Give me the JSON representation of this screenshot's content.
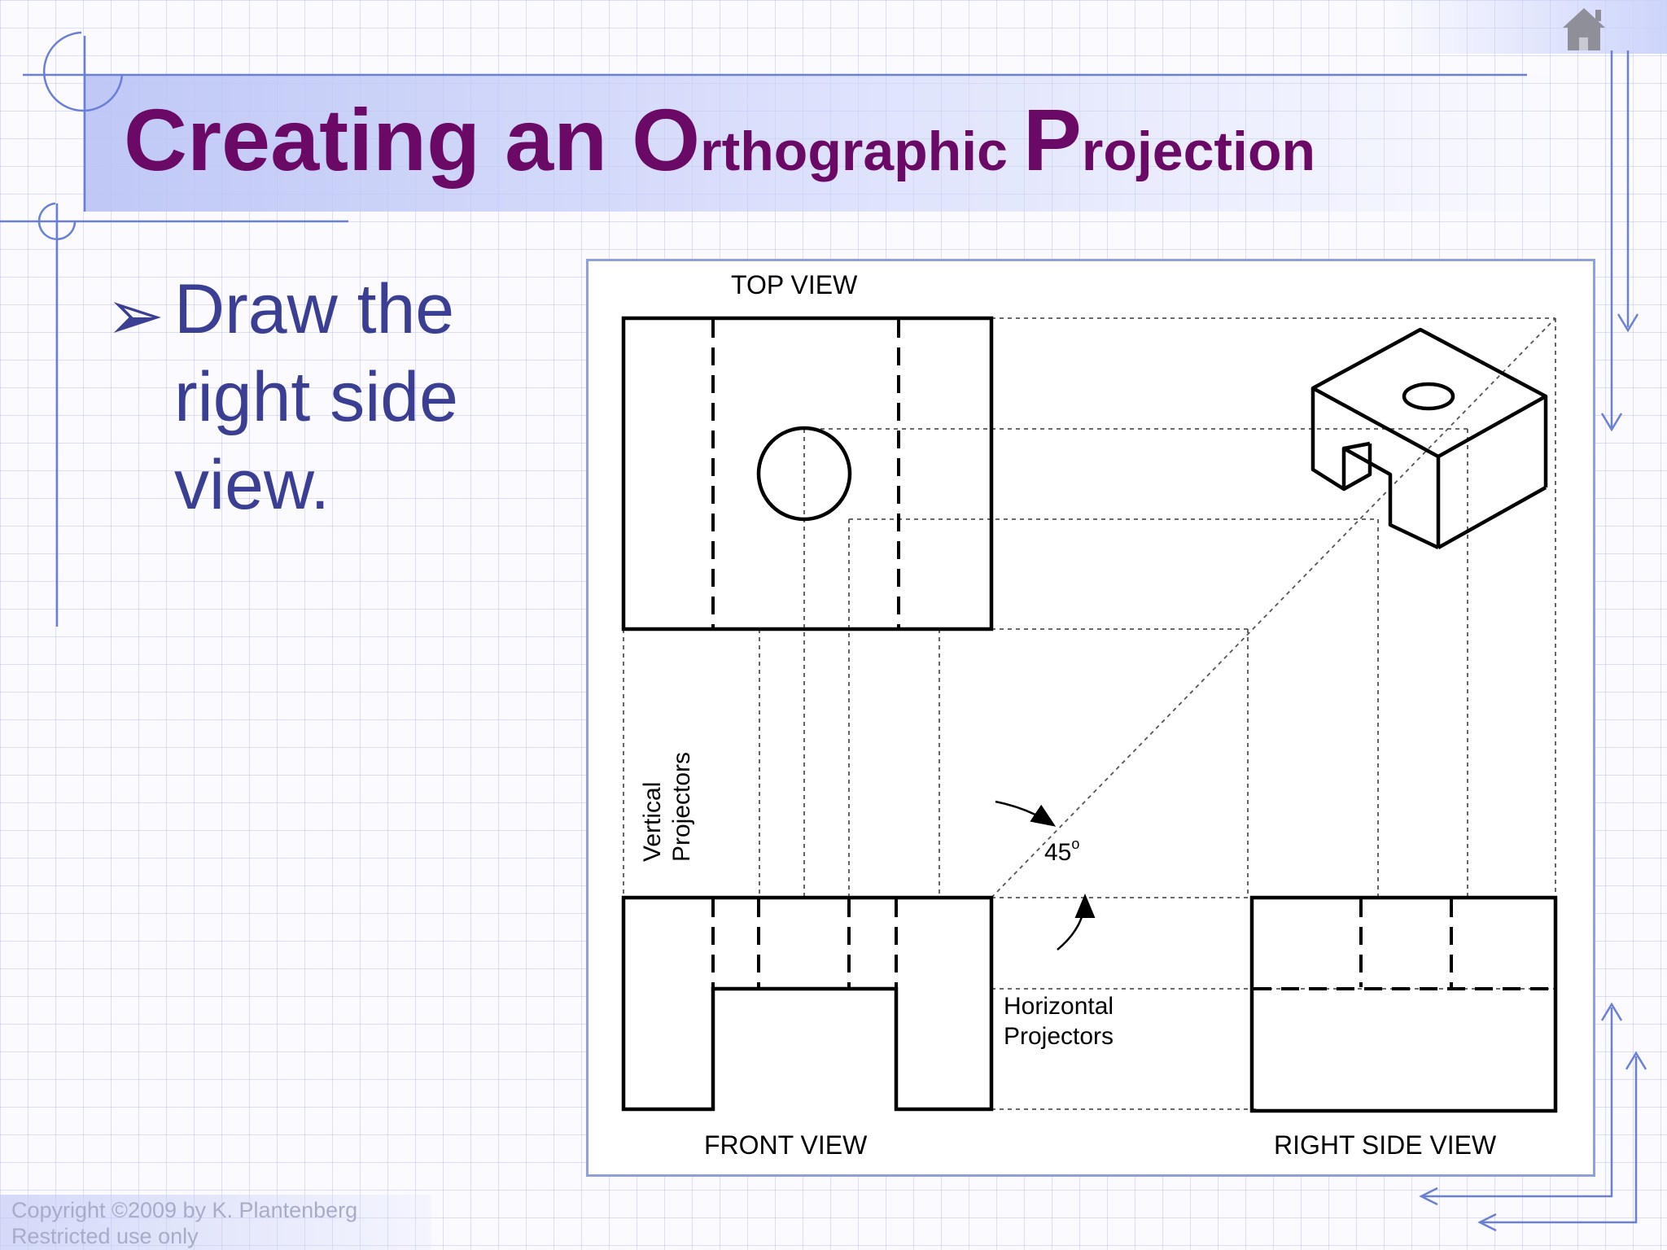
{
  "slide": {
    "title": {
      "part1": "Creating an ",
      "o_cap": "O",
      "o_rest": "rthographic ",
      "p_cap": "P",
      "p_rest": "rojection"
    },
    "bullet": {
      "marker": "➢",
      "text": "Draw the right side view."
    },
    "copyright": {
      "line1": "Copyright ©2009 by K. Plantenberg",
      "line2": "Restricted use only"
    }
  },
  "figure": {
    "top_view_label": "TOP VIEW",
    "front_view_label": "FRONT VIEW",
    "right_side_view_label": "RIGHT SIDE VIEW",
    "vertical_projectors_line1": "Vertical",
    "vertical_projectors_line2": "Projectors",
    "horizontal_projectors_line1": "Horizontal",
    "horizontal_projectors_line2": "Projectors",
    "angle_label": "45",
    "angle_unit": "o"
  },
  "icons": {
    "home": "home-icon",
    "nav_arrows": "arrow-icon"
  },
  "colors": {
    "title": "#6b0a66",
    "bullet": "#3b3f94",
    "accent": "#6a7fd6",
    "frame": "#8ea0dd"
  }
}
